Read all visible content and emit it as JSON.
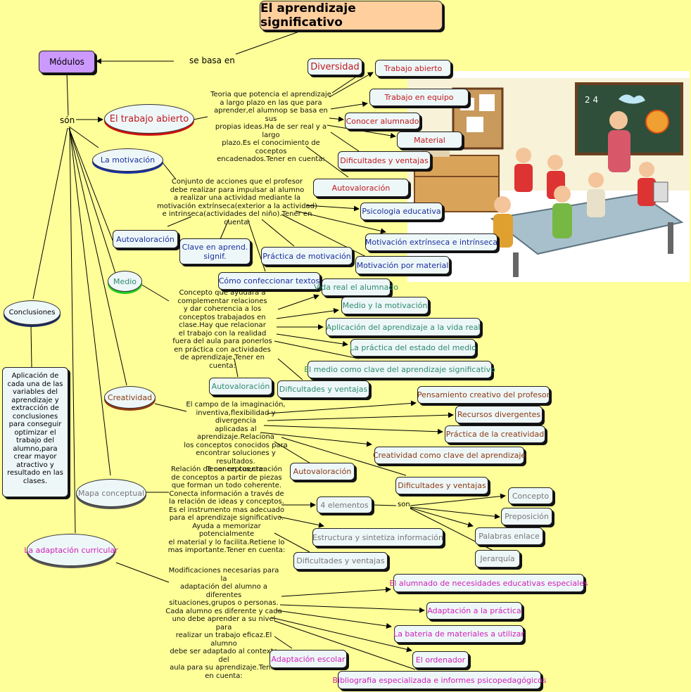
{
  "title": "El aprendizaje significativo",
  "root": {
    "modulos": "Módulos",
    "se_basa_en": "se basa en",
    "son": "són"
  },
  "nodes": {
    "trabajo_abierto": "El trabajo abierto",
    "motivacion": "La motivación",
    "medio": "Medio",
    "conclusiones": "Conclusiones",
    "creatividad": "Creatividad",
    "mapa": "Mapa conceptual",
    "adaptacion": "La adaptación curricular"
  },
  "descriptions": {
    "trabajo_abierto": "Teoria que potencia el aprendizaje\na largo plazo en las que para\naprender,el alumnop se basa en sus\npropias ideas.Ha de ser real y a largo\nplazo.Es el conocimiento de coceptos\nencadenados.Tener en cuenta:",
    "motivacion": "Conjunto de acciones que el profesor\ndebe realizar para impulsar al alumno\na realizar una actividad mediante la\nmotivación extrínseca(exterior a la actividad)\ne intrinseca(actividades del niño).Tener en cuenta:",
    "medio": "Concepto que ayudará a\ncomplementar relaciones\ny dar coherencia a los\nconceptos trabajados en\nclase.Hay que relacionar\nel trabajo con la realidad\nfuera del aula para ponerlos\nen práctica con actividades\nde aprendizaje.Tener en cuenta:",
    "conclusiones": "Aplicación de\ncada una de las\nvariables del\naprendizaje y\nextracción de\nconclusiones\npara conseguir\noptimizar el\ntrabajo del\nalumno,para\ncrear mayor\natractivo y\nresultado en las\nclases.",
    "creatividad": "El  campo de la imaginación,\ninventiva,flexibilidad y divergencia\naplicadas al aprendizaje.Relaciona\nlos conceptos conocidos para\nencontrar soluciones y resultados.\nTener en cuenta:",
    "mapa": "Relación de conceptos,creación\nde conceptos a partir de piezas\nque forman un todo coherente.\nConecta información a través de\nla relación de ideas y conceptos.\nEs el instrumento mas adecuado\npara el aprendizaje significativo.\nAyuda a memorizar potencialmente\nel material y lo facilita.Retiene lo\nmas importante.Tener en cuenta:",
    "adaptacion": "Modificaciones necesarias para la\nadaptación del alumno a diferentes\nsituaciones,grupos o personas.\nCada alumno es diferente y cada\nuno debe aprender a su nivel para\nrealizar un trabajo eficaz.El alumno\ndebe ser adaptado al contexto del\naula para su aprendizaje.Tener\nen cuenta:"
  },
  "trabajo_items": [
    "Diversidad",
    "Trabajo abierto",
    "Trabajo en equipo",
    "Conocer alumnado",
    "Material",
    "Dificultades y ventajas",
    "Autovaloración"
  ],
  "motivacion_items": [
    "Psicologia educativa",
    "Motivación extrínseca e intrínseca",
    "Motivación por material",
    "Práctica de motivación",
    "Clave en aprend.\nsignif.",
    "Autovaloración",
    "Cómo confeccionar textos"
  ],
  "medio_items": [
    "Vida real el alumnado",
    "Medio y la motivación",
    "Aplicación del aprendizaje  a la vida real",
    "La práctica del estado del medio",
    "El medio como clave del aprendizaje significativo",
    "Autovaloración",
    "Dificultades y ventajas"
  ],
  "creatividad_items": [
    "Pensamiento creativo del profesor",
    "Recursos divergentes",
    "Práctica de la creatividad",
    "Creatividad como clave del aprendizaje",
    "Autovaloración",
    "Dificultades y ventajas"
  ],
  "mapa_items": [
    "4 elementos",
    "Estructura y sintetiza información",
    "Dificultades y ventajas"
  ],
  "mapa_sub": {
    "son": "son",
    "items": [
      "Concepto",
      "Preposición",
      "Palabras enlace",
      "Jerarquía"
    ]
  },
  "adaptacion_items": [
    "El alumnado de necesidades educativas especiales",
    "Adaptación a la práctica",
    "La bateria de materiales a utilizar",
    "El ordenador",
    "Adaptación escolar",
    "Bibliografia especializada e informes psicopedagógicos"
  ]
}
